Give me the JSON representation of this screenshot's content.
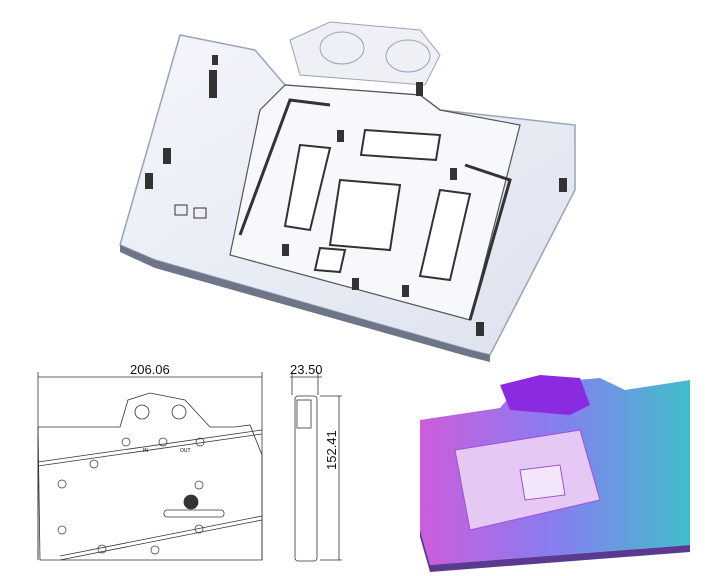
{
  "drawing": {
    "width_dim": "206.06",
    "thickness_dim": "23.50",
    "height_dim": "152.41",
    "label_in": "IN",
    "label_out": "OUT"
  },
  "colors": {
    "acrylic_edge": "#b8c2d8",
    "gradient_purple": "#b04ce0",
    "gradient_cyan": "#2fb8c8"
  }
}
